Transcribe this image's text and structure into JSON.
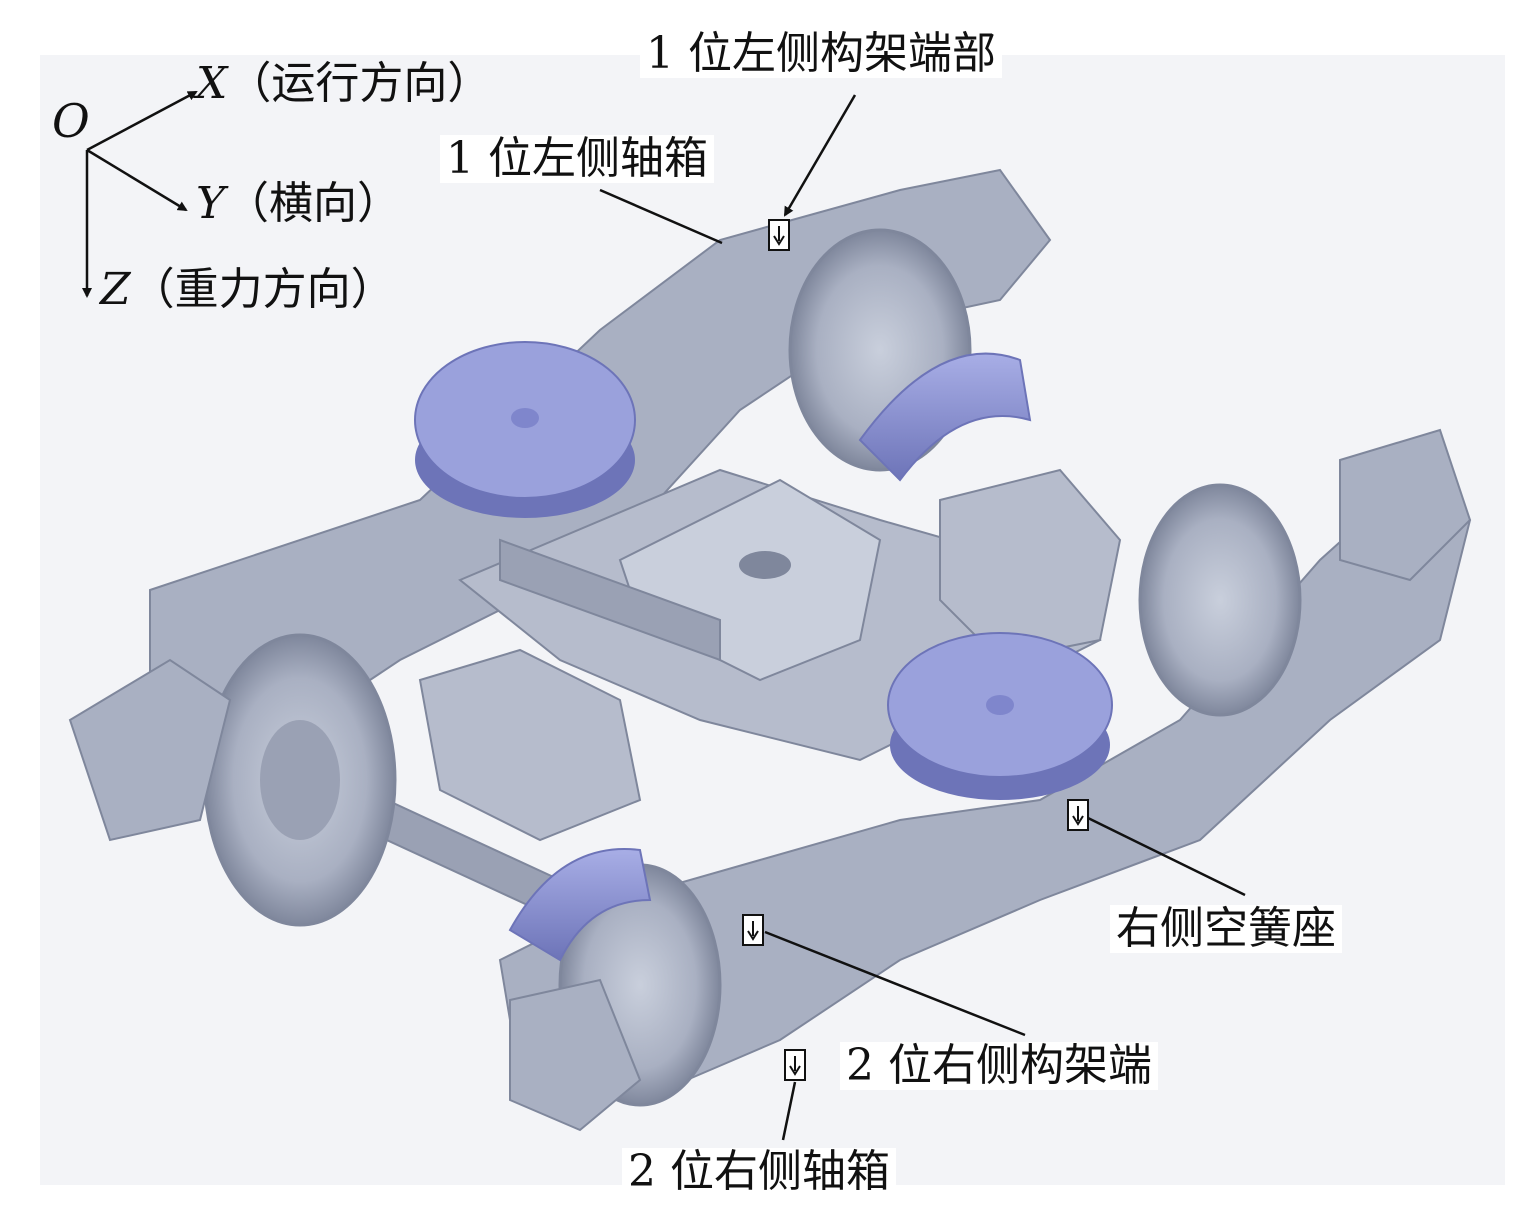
{
  "axes": {
    "origin": "O",
    "x": {
      "letter": "X",
      "desc": "（运行方向）"
    },
    "y": {
      "letter": "Y",
      "desc": "（横向）"
    },
    "z": {
      "letter": "Z",
      "desc": "（重力方向）"
    }
  },
  "callouts": {
    "frame_end_1_left": "1 位左侧构架端部",
    "axlebox_1_left": "1 位左侧轴箱",
    "air_spring_seat_right": "右侧空簧座",
    "frame_end_2_right": "2 位右侧构架端",
    "axlebox_2_right": "2 位右侧轴箱"
  },
  "colors": {
    "body": "#a9b0c2",
    "body_dark": "#7f879c",
    "body_light": "#c9cfdc",
    "accent": "#8f96d8",
    "accent_dark": "#6d74b8",
    "background": "#ffffff",
    "bg_gray": "#f3f4f7",
    "line": "#111111"
  },
  "icons": {
    "sensor_marker": "down-arrow-box-icon"
  }
}
